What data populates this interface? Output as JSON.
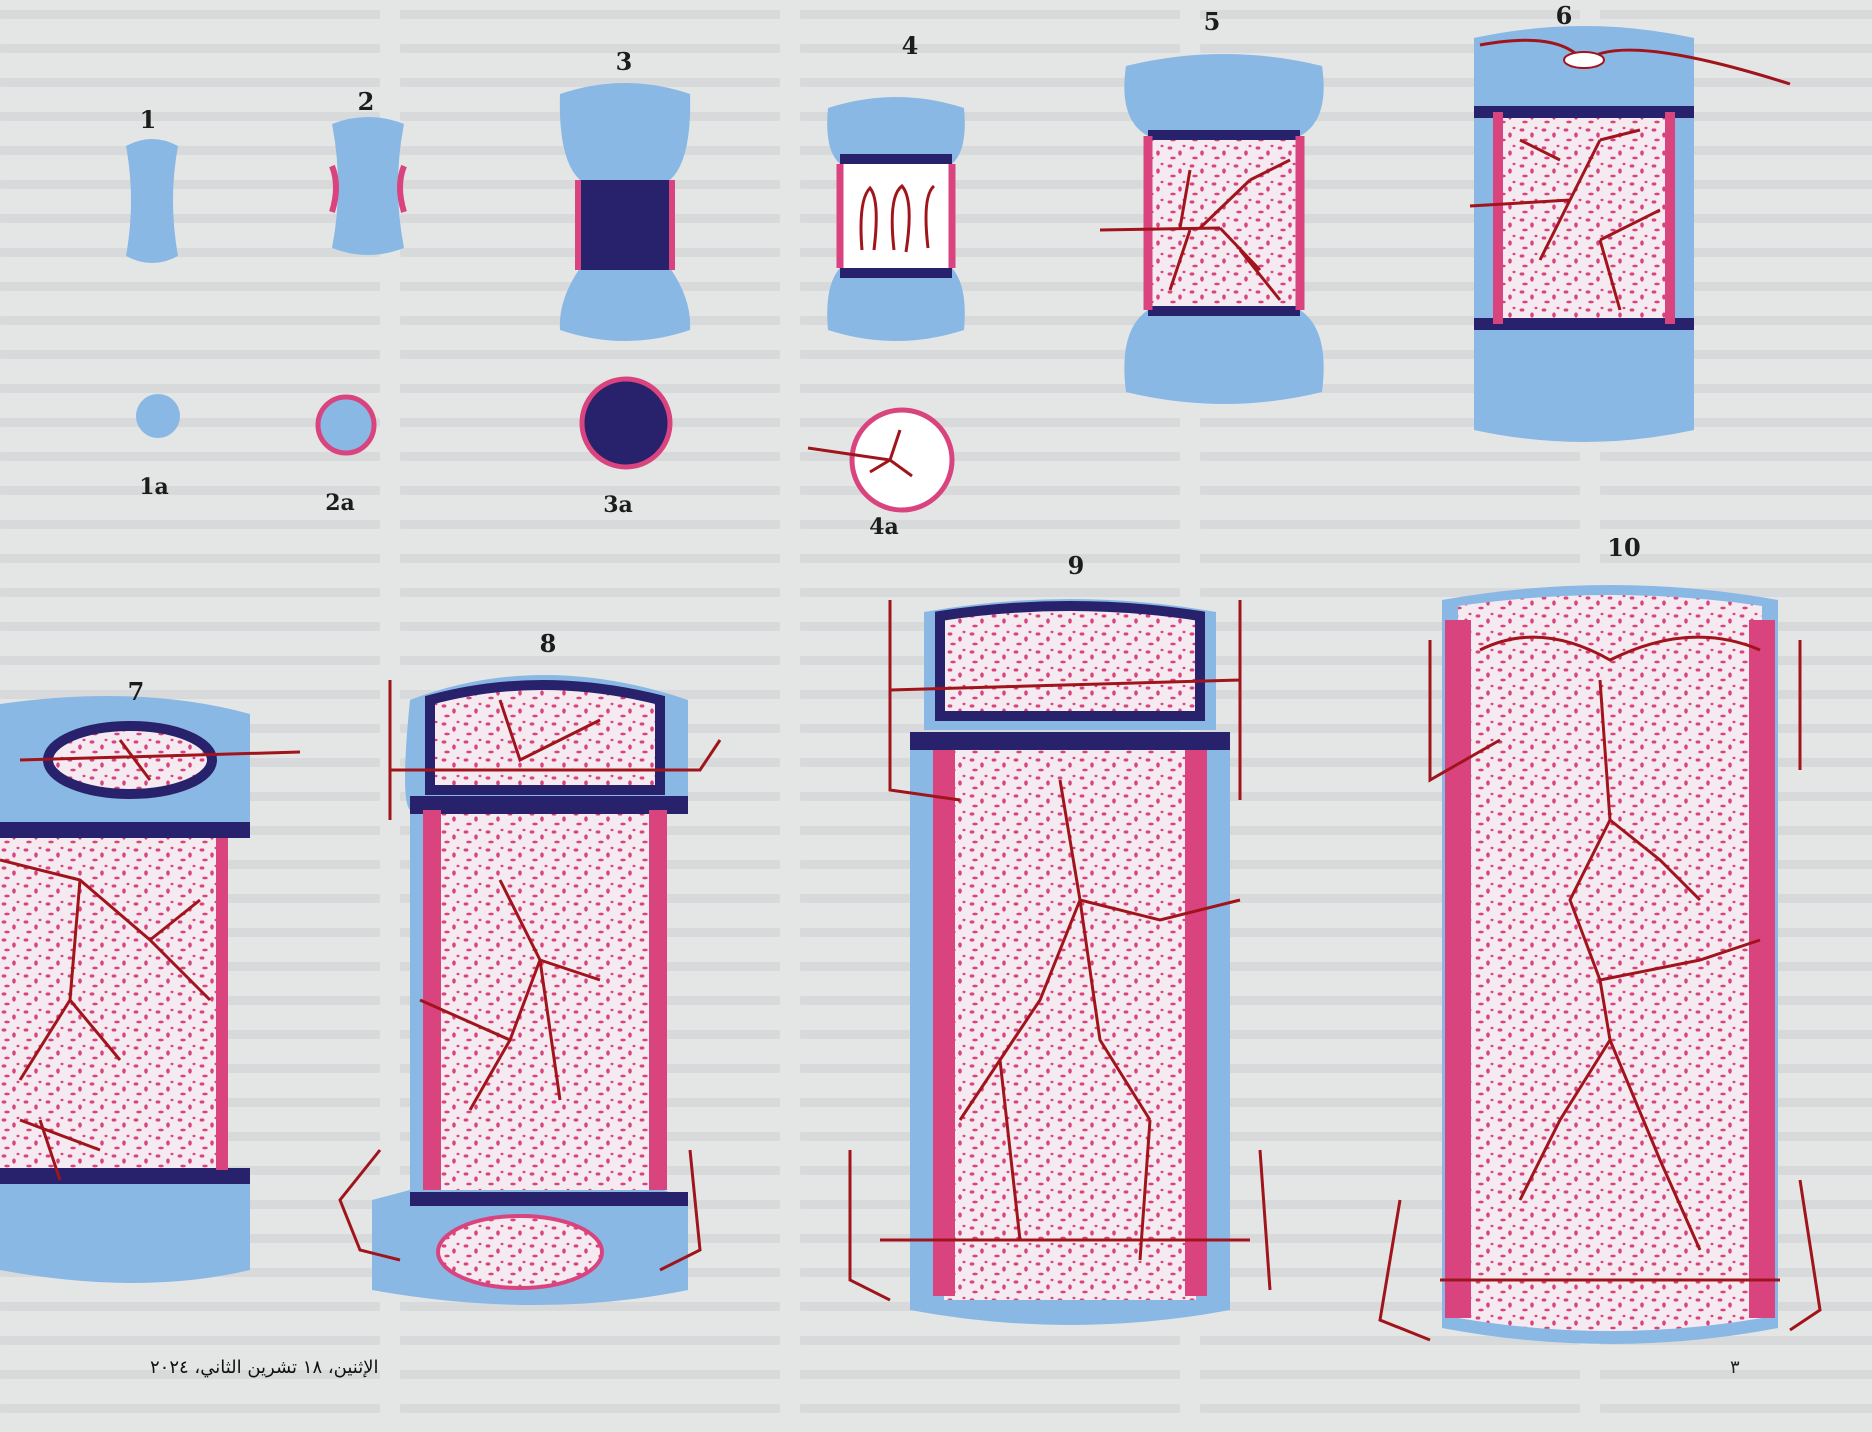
{
  "figure": {
    "stage_labels": [
      "1",
      "2",
      "3",
      "4",
      "5",
      "6",
      "7",
      "8",
      "9",
      "10"
    ],
    "cross_section_labels": [
      "1a",
      "2a",
      "3a",
      "4a"
    ]
  },
  "footer": {
    "date": "الإثنين، ١٨ تشرين الثاني، ٢٠٢٤",
    "page_number": "٣"
  },
  "colors": {
    "cartilage": "#8ab8e4",
    "calcified_cartilage": "#27226b",
    "bone": "#d9447f",
    "vessels": "#a0141c",
    "background_text": "#b8b8bc"
  }
}
